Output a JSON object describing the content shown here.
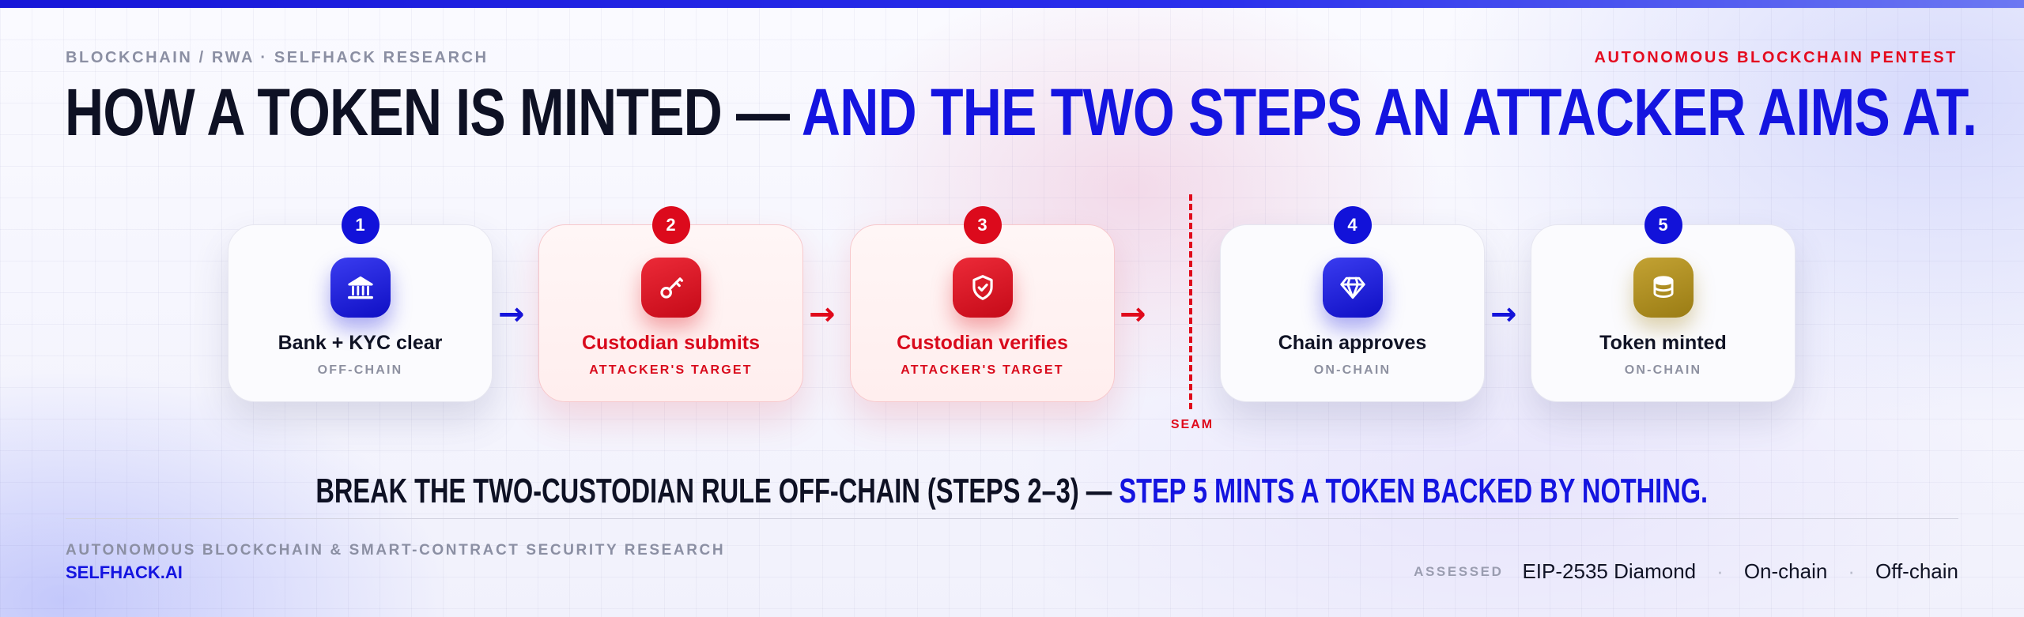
{
  "header": {
    "eyebrow": "BLOCKCHAIN / RWA · SELFHACK RESEARCH",
    "eyebrow_right": "AUTONOMOUS BLOCKCHAIN PENTEST",
    "headline_dark": "HOW A TOKEN IS MINTED —",
    "headline_blue": "AND THE TWO STEPS AN ATTACKER AIMS AT."
  },
  "steps": [
    {
      "number": "1",
      "title": "Bank + KYC clear",
      "sub": "OFF-CHAIN",
      "icon": "bank-icon",
      "tone": "blue"
    },
    {
      "number": "2",
      "title": "Custodian submits",
      "sub": "ATTACKER'S TARGET",
      "icon": "key-icon",
      "tone": "red"
    },
    {
      "number": "3",
      "title": "Custodian verifies",
      "sub": "ATTACKER'S TARGET",
      "icon": "shield-check-icon",
      "tone": "red"
    },
    {
      "number": "4",
      "title": "Chain approves",
      "sub": "ON-CHAIN",
      "icon": "diamond-icon",
      "tone": "blue"
    },
    {
      "number": "5",
      "title": "Token minted",
      "sub": "ON-CHAIN",
      "icon": "coin-stack-icon",
      "tone": "gold"
    }
  ],
  "arrows": [
    "→",
    "→",
    "→",
    "→"
  ],
  "seam": {
    "label": "SEAM"
  },
  "tagline": {
    "dark": "BREAK THE TWO-CUSTODIAN RULE OFF-CHAIN (STEPS 2–3) —",
    "blue": "STEP 5 MINTS A TOKEN BACKED BY NOTHING."
  },
  "footer": {
    "description": "AUTONOMOUS BLOCKCHAIN & SMART-CONTRACT SECURITY RESEARCH",
    "brand": "SELFHACK.AI",
    "assessed_label": "ASSESSED",
    "assessed_items": [
      "EIP-2535 Diamond",
      "On-chain",
      "Off-chain"
    ],
    "separator": "·"
  },
  "colors": {
    "accent_blue": "#1414e0",
    "alert_red": "#e00a1c",
    "gold": "#b3921f",
    "ink": "#0e1124"
  }
}
